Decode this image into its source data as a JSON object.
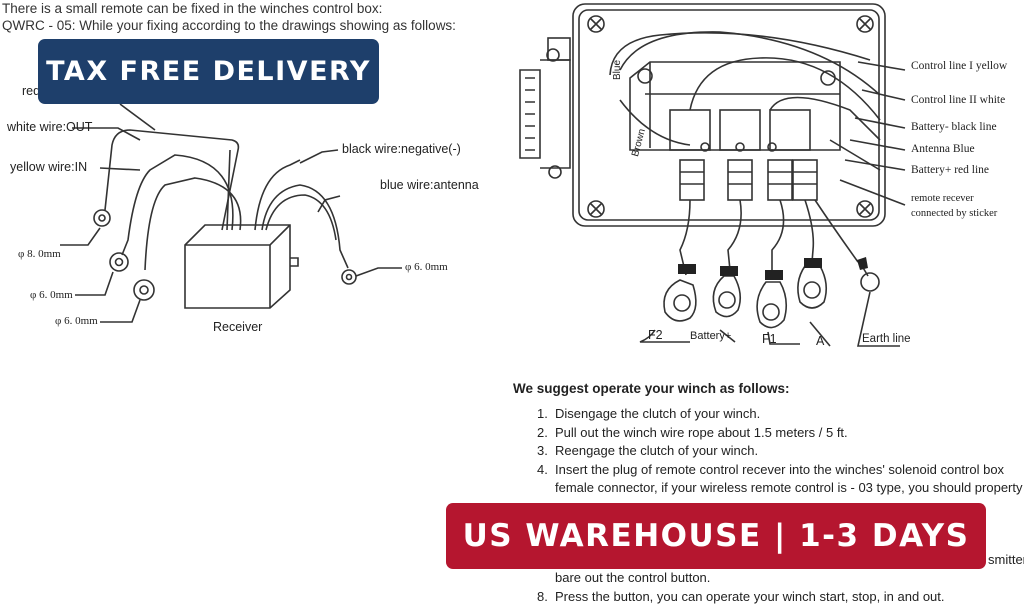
{
  "intro": {
    "line1": "There is a small remote can be fixed in the winches control box:",
    "line2": "QWRC - 05: While your fixing according to the drawings showing as follows:"
  },
  "left_diagram": {
    "partial_red": "red",
    "white_wire": "white wire:OUT",
    "yellow_wire": "yellow wire:IN",
    "black_wire": "black wire:negative(-)",
    "blue_wire": "blue wire:antenna",
    "dim_8": "φ 8. 0mm",
    "dim_6a": "φ 6. 0mm",
    "dim_6b": "φ 6. 0mm",
    "dim_6c": "φ 6. 0mm",
    "receiver": "Receiver"
  },
  "right_diagram": {
    "control_yellow": "Control line I yellow",
    "control_white": "Control line II white",
    "battery_neg": "Battery- black line",
    "antenna": "Antenna Blue",
    "battery_pos": "Battery+ red line",
    "remote_1": "remote recever",
    "remote_2": "connected by sticker",
    "blue": "Blue",
    "brown": "Brown",
    "f2": "F2",
    "battery_plus": "Battery+",
    "f1": "F1",
    "a": "A",
    "earth": "Earth line"
  },
  "badges": {
    "top": "TAX FREE DELIVERY",
    "bottom": "US WAREHOUSE | 1-3 DAYS"
  },
  "instructions": {
    "title": "We suggest operate your winch as follows:",
    "steps": [
      {
        "n": "1.",
        "text": "Disengage the clutch of your winch."
      },
      {
        "n": "2.",
        "text": "Pull out the winch wire rope about 1.5 meters / 5 ft."
      },
      {
        "n": "3.",
        "text": "Reengage the clutch of your winch."
      },
      {
        "n": "4.",
        "text": "Insert the plug of remote control recever into the winches' solenoid control box"
      },
      {
        "n": "",
        "text": "female connector, if your wireless remote control is - 03 type, you should property"
      }
    ],
    "cut_text": "smitter,",
    "line_bare": "bare out the control button.",
    "step8_n": "8.",
    "step8": "Press the button, you can operate your winch start, stop, in and out."
  },
  "colors": {
    "badge_blue": "#1e3f6b",
    "badge_red": "#b5162f"
  }
}
